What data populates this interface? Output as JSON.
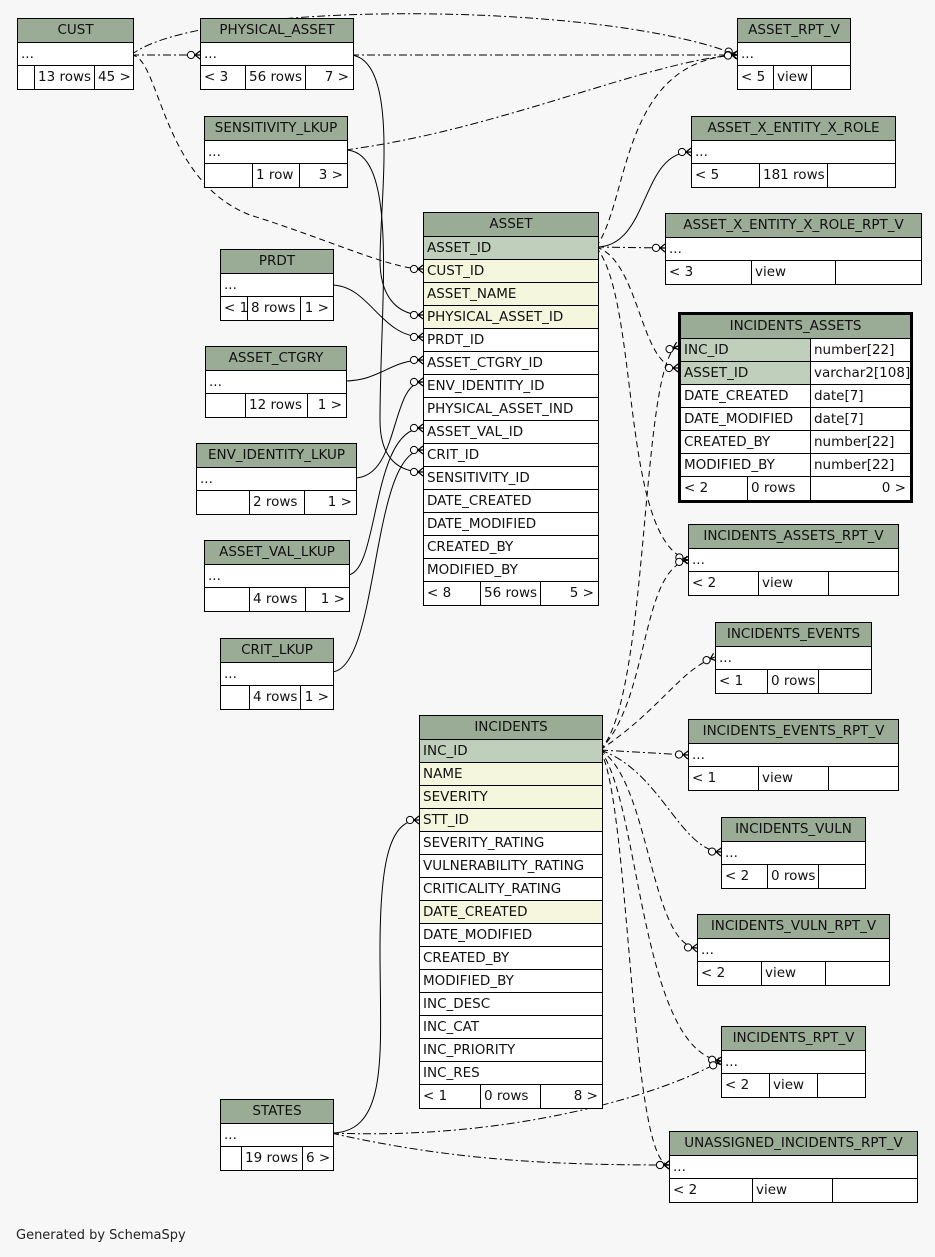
{
  "credit": "Generated by SchemaSpy",
  "colors": {
    "header": "#9aab96",
    "primary_key": "#bfcfbb",
    "indexed": "#f4f7dd",
    "background": "#f7f7f7"
  },
  "tables": [
    {
      "name": "CUST",
      "rows": [
        {
          "label": "...",
          "kind": "plain"
        }
      ],
      "footer": [
        "",
        "13 rows",
        "45 >"
      ]
    },
    {
      "name": "PHYSICAL_ASSET",
      "rows": [
        {
          "label": "...",
          "kind": "plain"
        }
      ],
      "footer": [
        "< 3",
        "56 rows",
        "7 >"
      ]
    },
    {
      "name": "ASSET_RPT_V",
      "rows": [
        {
          "label": "...",
          "kind": "plain"
        }
      ],
      "footer": [
        "< 5",
        "view",
        ""
      ]
    },
    {
      "name": "SENSITIVITY_LKUP",
      "rows": [
        {
          "label": "...",
          "kind": "plain"
        }
      ],
      "footer": [
        "",
        "1 row",
        "3 >"
      ]
    },
    {
      "name": "ASSET_X_ENTITY_X_ROLE",
      "rows": [
        {
          "label": "...",
          "kind": "plain"
        }
      ],
      "footer": [
        "< 5",
        "181 rows",
        ""
      ]
    },
    {
      "name": "ASSET_X_ENTITY_X_ROLE_RPT_V",
      "rows": [
        {
          "label": "...",
          "kind": "plain"
        }
      ],
      "footer": [
        "< 3",
        "view",
        ""
      ]
    },
    {
      "name": "PRDT",
      "rows": [
        {
          "label": "...",
          "kind": "plain"
        }
      ],
      "footer": [
        "< 1",
        "8 rows",
        "1 >"
      ]
    },
    {
      "name": "ASSET",
      "rows": [
        {
          "label": "ASSET_ID",
          "kind": "pk"
        },
        {
          "label": "CUST_ID",
          "kind": "idx"
        },
        {
          "label": "ASSET_NAME",
          "kind": "idx"
        },
        {
          "label": "PHYSICAL_ASSET_ID",
          "kind": "idx"
        },
        {
          "label": "PRDT_ID",
          "kind": "plain"
        },
        {
          "label": "ASSET_CTGRY_ID",
          "kind": "plain"
        },
        {
          "label": "ENV_IDENTITY_ID",
          "kind": "plain"
        },
        {
          "label": "PHYSICAL_ASSET_IND",
          "kind": "plain"
        },
        {
          "label": "ASSET_VAL_ID",
          "kind": "plain"
        },
        {
          "label": "CRIT_ID",
          "kind": "plain"
        },
        {
          "label": "SENSITIVITY_ID",
          "kind": "plain"
        },
        {
          "label": "DATE_CREATED",
          "kind": "plain"
        },
        {
          "label": "DATE_MODIFIED",
          "kind": "plain"
        },
        {
          "label": "CREATED_BY",
          "kind": "plain"
        },
        {
          "label": "MODIFIED_BY",
          "kind": "plain"
        }
      ],
      "footer": [
        "< 8",
        "56 rows",
        "5 >"
      ]
    },
    {
      "name": "ASSET_CTGRY",
      "rows": [
        {
          "label": "...",
          "kind": "plain"
        }
      ],
      "footer": [
        "",
        "12 rows",
        "1 >"
      ]
    },
    {
      "name": "INCIDENTS_ASSETS",
      "rows": [
        {
          "label": "INC_ID",
          "type": "number[22]",
          "kind": "pk"
        },
        {
          "label": "ASSET_ID",
          "type": "varchar2[108]",
          "kind": "pk"
        },
        {
          "label": "DATE_CREATED",
          "type": "date[7]",
          "kind": "plain"
        },
        {
          "label": "DATE_MODIFIED",
          "type": "date[7]",
          "kind": "plain"
        },
        {
          "label": "CREATED_BY",
          "type": "number[22]",
          "kind": "plain"
        },
        {
          "label": "MODIFIED_BY",
          "type": "number[22]",
          "kind": "plain"
        }
      ],
      "footer": [
        "< 2",
        "0 rows",
        "0 >"
      ]
    },
    {
      "name": "ENV_IDENTITY_LKUP",
      "rows": [
        {
          "label": "...",
          "kind": "plain"
        }
      ],
      "footer": [
        "",
        "2 rows",
        "1 >"
      ]
    },
    {
      "name": "INCIDENTS_ASSETS_RPT_V",
      "rows": [
        {
          "label": "...",
          "kind": "plain"
        }
      ],
      "footer": [
        "< 2",
        "view",
        ""
      ]
    },
    {
      "name": "ASSET_VAL_LKUP",
      "rows": [
        {
          "label": "...",
          "kind": "plain"
        }
      ],
      "footer": [
        "",
        "4 rows",
        "1 >"
      ]
    },
    {
      "name": "INCIDENTS_EVENTS",
      "rows": [
        {
          "label": "...",
          "kind": "plain"
        }
      ],
      "footer": [
        "< 1",
        "0 rows",
        ""
      ]
    },
    {
      "name": "CRIT_LKUP",
      "rows": [
        {
          "label": "...",
          "kind": "plain"
        }
      ],
      "footer": [
        "",
        "4 rows",
        "1 >"
      ]
    },
    {
      "name": "INCIDENTS",
      "rows": [
        {
          "label": "INC_ID",
          "kind": "pk"
        },
        {
          "label": "NAME",
          "kind": "idx"
        },
        {
          "label": "SEVERITY",
          "kind": "idx"
        },
        {
          "label": "STT_ID",
          "kind": "idx"
        },
        {
          "label": "SEVERITY_RATING",
          "kind": "plain"
        },
        {
          "label": "VULNERABILITY_RATING",
          "kind": "plain"
        },
        {
          "label": "CRITICALITY_RATING",
          "kind": "plain"
        },
        {
          "label": "DATE_CREATED",
          "kind": "idx"
        },
        {
          "label": "DATE_MODIFIED",
          "kind": "plain"
        },
        {
          "label": "CREATED_BY",
          "kind": "plain"
        },
        {
          "label": "MODIFIED_BY",
          "kind": "plain"
        },
        {
          "label": "INC_DESC",
          "kind": "plain"
        },
        {
          "label": "INC_CAT",
          "kind": "plain"
        },
        {
          "label": "INC_PRIORITY",
          "kind": "plain"
        },
        {
          "label": "INC_RES",
          "kind": "plain"
        }
      ],
      "footer": [
        "< 1",
        "0 rows",
        "8 >"
      ]
    },
    {
      "name": "INCIDENTS_EVENTS_RPT_V",
      "rows": [
        {
          "label": "...",
          "kind": "plain"
        }
      ],
      "footer": [
        "< 1",
        "view",
        ""
      ]
    },
    {
      "name": "INCIDENTS_VULN",
      "rows": [
        {
          "label": "...",
          "kind": "plain"
        }
      ],
      "footer": [
        "< 2",
        "0 rows",
        ""
      ]
    },
    {
      "name": "INCIDENTS_VULN_RPT_V",
      "rows": [
        {
          "label": "...",
          "kind": "plain"
        }
      ],
      "footer": [
        "< 2",
        "view",
        ""
      ]
    },
    {
      "name": "INCIDENTS_RPT_V",
      "rows": [
        {
          "label": "...",
          "kind": "plain"
        }
      ],
      "footer": [
        "< 2",
        "view",
        ""
      ]
    },
    {
      "name": "STATES",
      "rows": [
        {
          "label": "...",
          "kind": "plain"
        }
      ],
      "footer": [
        "",
        "19 rows",
        "6 >"
      ]
    },
    {
      "name": "UNASSIGNED_INCIDENTS_RPT_V",
      "rows": [
        {
          "label": "...",
          "kind": "plain"
        }
      ],
      "footer": [
        "< 2",
        "view",
        ""
      ]
    }
  ]
}
